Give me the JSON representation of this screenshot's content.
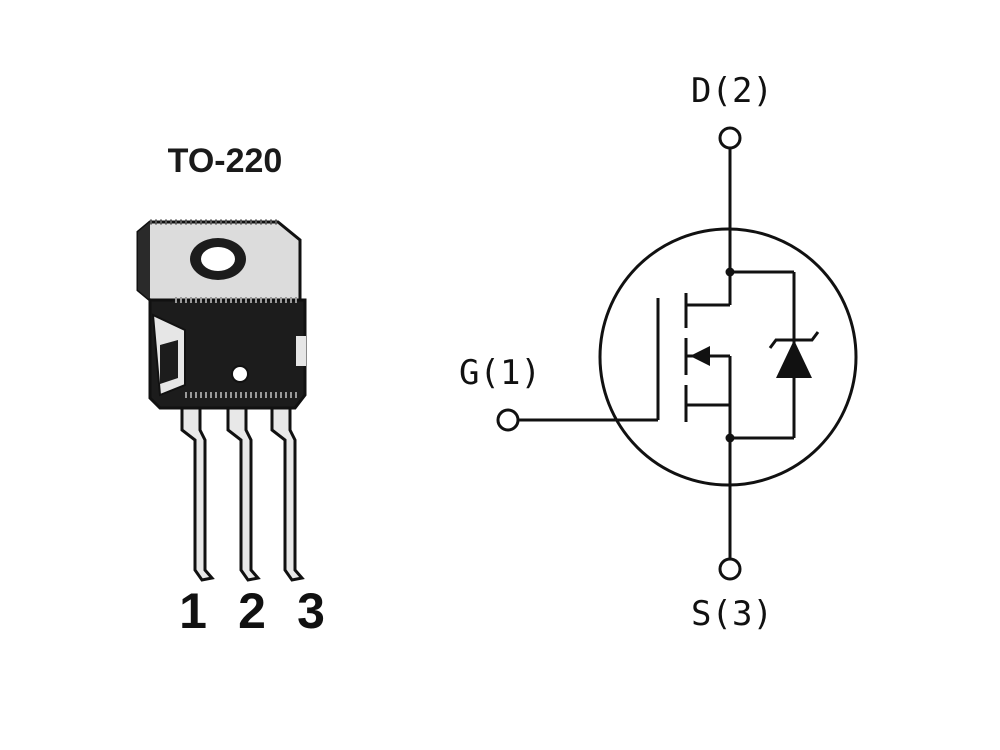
{
  "package": {
    "name": "TO-220",
    "pins": [
      "1",
      "2",
      "3"
    ]
  },
  "schematic": {
    "drain_label": "D(2)",
    "gate_label": "G(1)",
    "source_label": "S(3)"
  },
  "colors": {
    "ink": "#111111",
    "body_dark": "#1c1c1c",
    "tab_light": "#d9d9d9",
    "lead_light": "#e8e8e8"
  },
  "icons": {
    "package": "to220-package-icon",
    "mosfet": "n-channel-mosfet-icon",
    "diode": "zener-diode-icon"
  }
}
